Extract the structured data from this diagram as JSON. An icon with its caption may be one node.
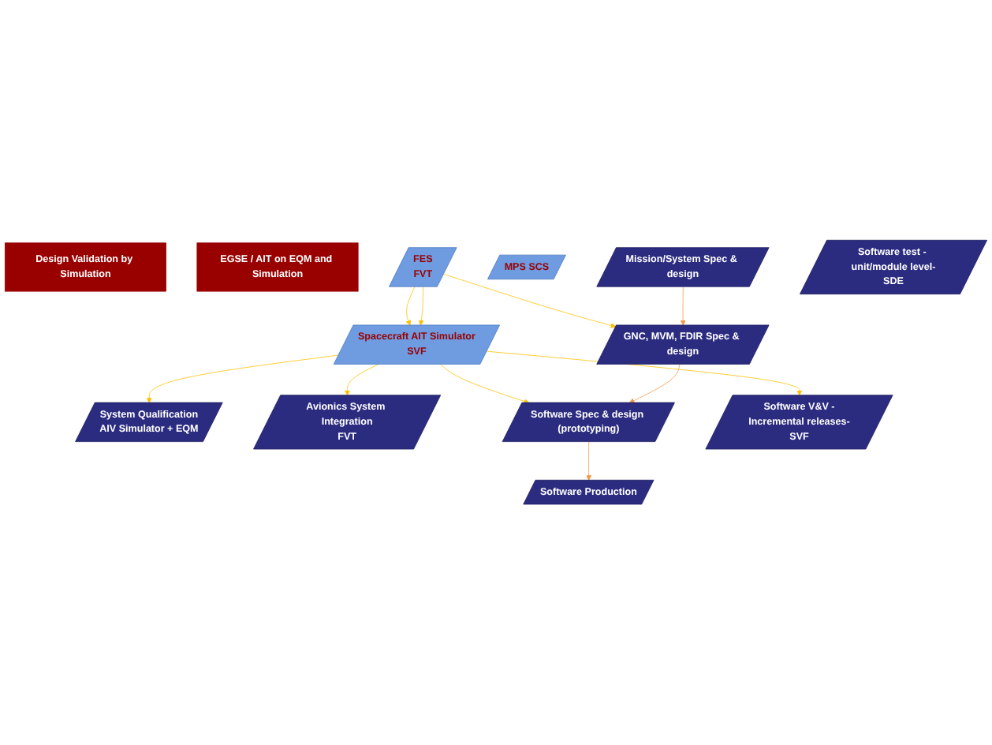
{
  "diagram": {
    "nodes": [
      {
        "text": [
          "Design Validation by Simulation"
        ]
      },
      {
        "text": [
          "EGSE / AIT on EQM and Simulation"
        ]
      },
      {
        "text": [
          "Mission/System Spec & design"
        ]
      },
      {
        "text": [
          "MPS SCS"
        ]
      },
      {
        "text": [
          "FES",
          "FVT"
        ]
      },
      {
        "text": [
          "Spacecraft AIT Simulator",
          "SVF"
        ]
      },
      {
        "text": [
          "System Qualification",
          "AIV Simulator + EQM"
        ]
      },
      {
        "text": [
          "GNC, MVM, FDIR Spec & design"
        ]
      },
      {
        "text": [
          "Avionics System Integration",
          "FVT"
        ]
      },
      {
        "text": [
          "Software Spec & design (prototyping)"
        ]
      },
      {
        "text": [
          "Software V&V -Incremental releases-",
          "SVF"
        ]
      },
      {
        "text": [
          "Software Production"
        ]
      },
      {
        "text": [
          "Software test - unit/module level-",
          "SDE"
        ]
      }
    ],
    "edges": [
      {
        "from": 2,
        "to": 7,
        "arrow": "to",
        "color": "#f79646"
      },
      {
        "from": 7,
        "to": 9,
        "arrow": "to",
        "color": "#f79646"
      },
      {
        "from": 9,
        "to": 11,
        "arrow": "to",
        "color": "#f79646"
      },
      {
        "from": 4,
        "to": 7,
        "arrow": "to"
      },
      {
        "from": 4,
        "to": 5,
        "arrow": "to"
      },
      {
        "from": 5,
        "to": 6,
        "arrow": "to"
      },
      {
        "from": 4,
        "to": 5,
        "arrow": "to"
      },
      {
        "from": 5,
        "to": 8,
        "arrow": "to"
      },
      {
        "from": 5,
        "to": 9,
        "arrow": "to"
      },
      {
        "from": 5,
        "to": 10,
        "arrow": "to"
      }
    ]
  }
}
